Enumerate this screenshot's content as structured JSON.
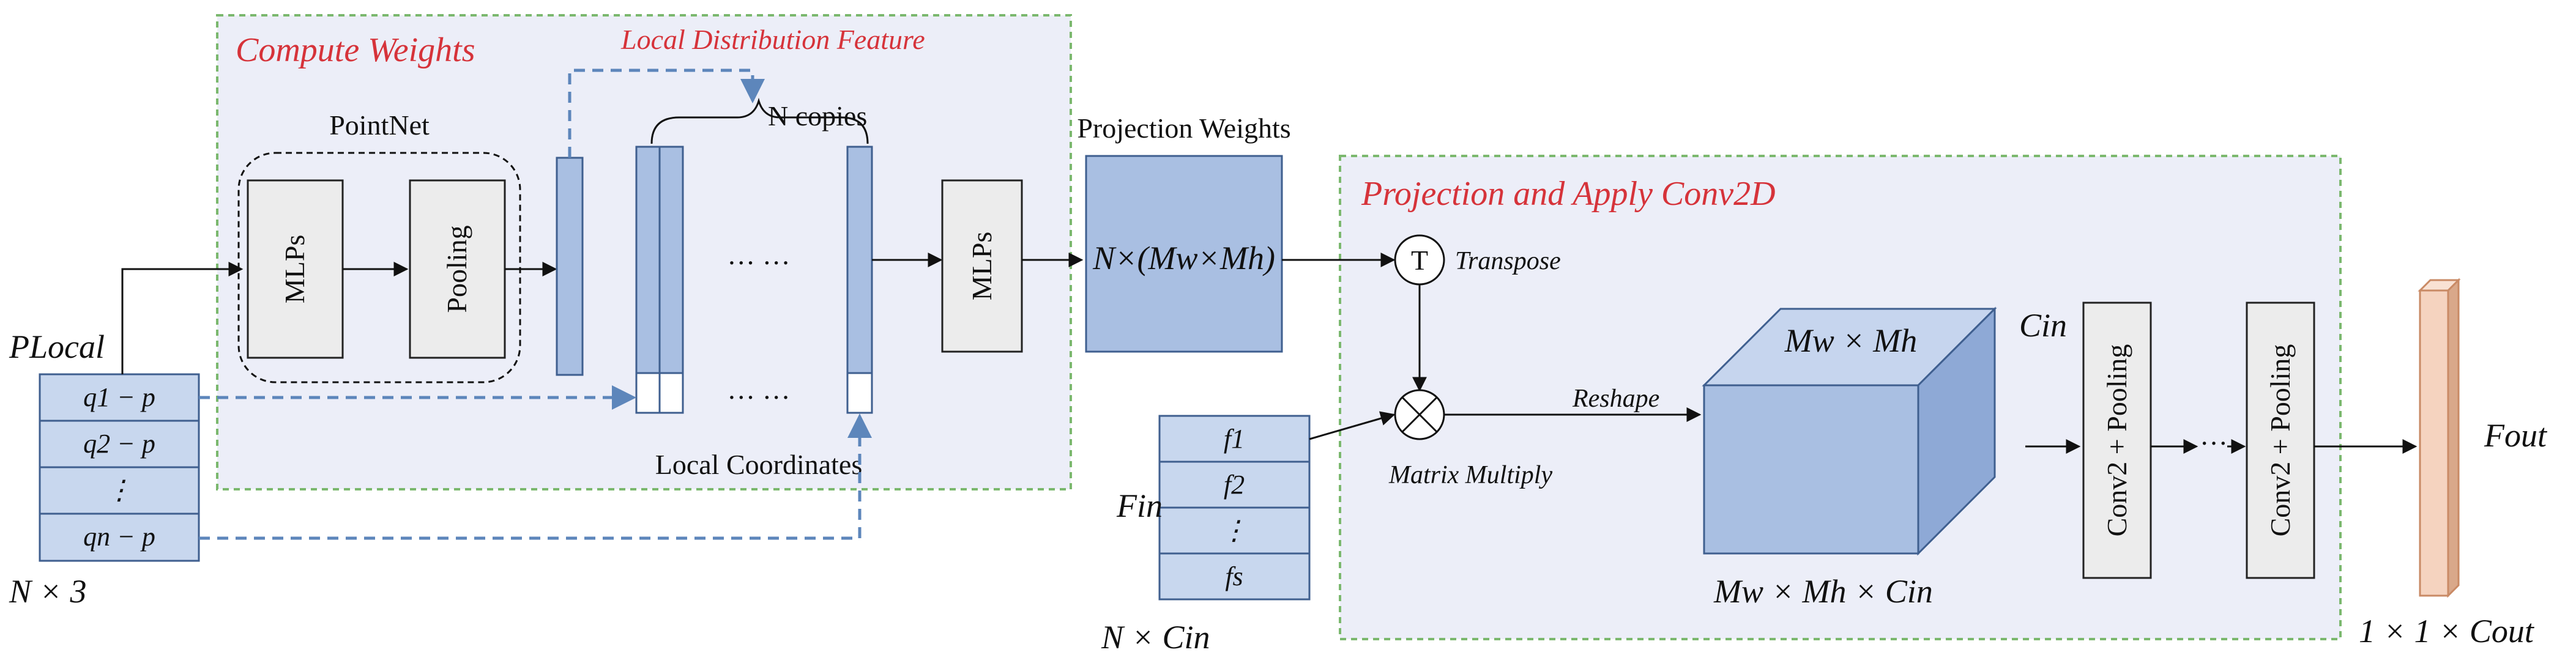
{
  "colors": {
    "region_fill": "#eceef8",
    "region_border": "#7bb86e",
    "blue_fill": "#a9bfe2",
    "blue_stroke": "#3f5f8f",
    "gray_fill": "#ececec",
    "dash_blue": "#5d86bb",
    "title_red": "#d6333a",
    "out_fill": "#f5d3bf"
  },
  "regions": {
    "compute_title": "Compute Weights",
    "projection_title": "Projection and Apply Conv2D"
  },
  "labels": {
    "local_distribution_feature": "Local Distribution Feature",
    "pointnet": "PointNet",
    "mlps_1": "MLPs",
    "pooling": "Pooling",
    "n_copies": "N copies",
    "ellipsis_top": "··· ···",
    "ellipsis_bottom": "··· ···",
    "local_coordinates": "Local Coordinates",
    "mlps_2": "MLPs",
    "projection_weights": "Projection Weights",
    "projection_weights_size": "N×(Mw×Mh)",
    "transpose_symbol": "T",
    "transpose": "Transpose",
    "matrix_multiply": "Matrix Multiply",
    "reshape": "Reshape",
    "cube_top": "Mw × Mh",
    "cube_channels": "Cin",
    "cube_size": "Mw × Mh × Cin",
    "conv_pool_1": "Conv2 + Pooling",
    "conv_pool_2": "Conv2 + Pooling",
    "conv_ellipsis": "···",
    "f_out": "Fout",
    "out_size": "1 × 1 × Cout"
  },
  "p_local": {
    "label": "PLocal",
    "size": "N × 3",
    "rows": [
      "q1 − p",
      "q2 − p",
      "⋮",
      "qn − p"
    ]
  },
  "f_in": {
    "label": "Fin",
    "size": "N × Cin",
    "rows": [
      "f1",
      "f2",
      "⋮",
      "fs"
    ]
  }
}
